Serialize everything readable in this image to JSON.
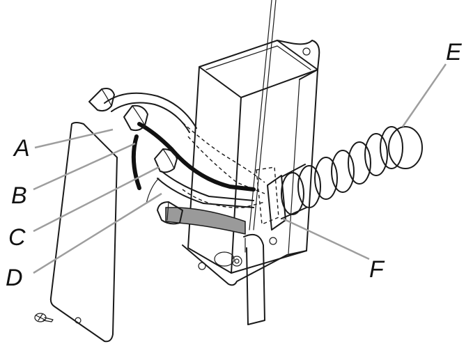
{
  "labels": {
    "A": "A",
    "B": "B",
    "C": "C",
    "D": "D",
    "E": "E",
    "F": "F"
  },
  "colors": {
    "outline": "#1a1a1a",
    "leader": "#9e9e9e",
    "ground_wire": "#9a9a9a",
    "hot_wire": "#111111",
    "background": "#ffffff"
  },
  "icons": {
    "screw": "screw-icon",
    "wire_nut": "wire-nut-icon",
    "conduit": "flexible-conduit-icon"
  }
}
